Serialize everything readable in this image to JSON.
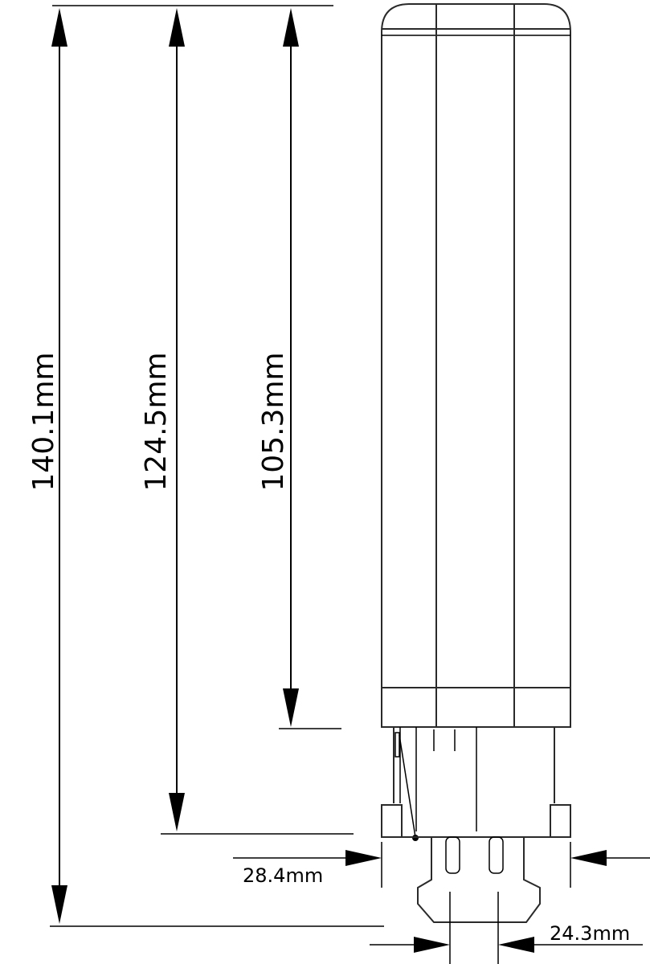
{
  "dimensions": {
    "total_length": "140.1mm",
    "length_without_pins": "124.5mm",
    "body_length": "105.3mm",
    "base_width": "28.4mm",
    "pin_spacing": "24.3mm"
  }
}
